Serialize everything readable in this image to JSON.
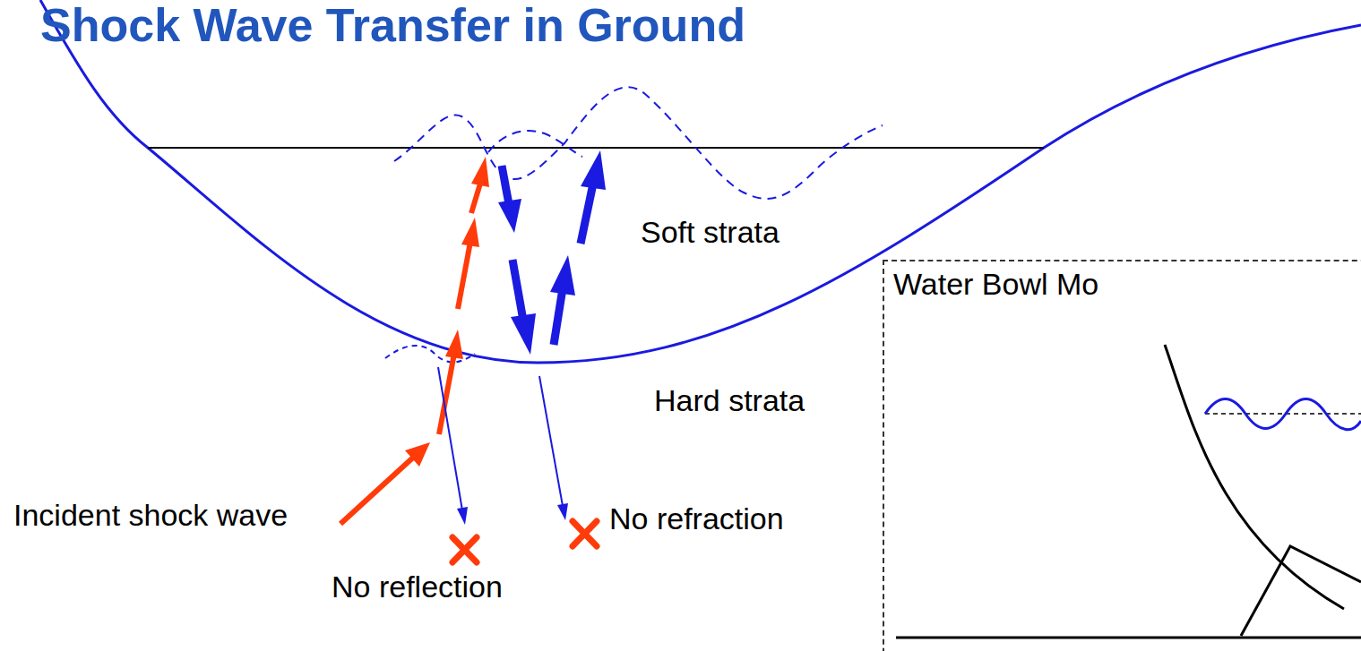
{
  "diagram": {
    "title": "Shock Wave Transfer in Ground",
    "nodes": [
      {
        "text": [
          "Water Bowl Mo"
        ]
      }
    ],
    "labels": [
      "Soft strata",
      "Hard strata",
      "Incident shock wave",
      "No refraction",
      "No reflection"
    ]
  }
}
